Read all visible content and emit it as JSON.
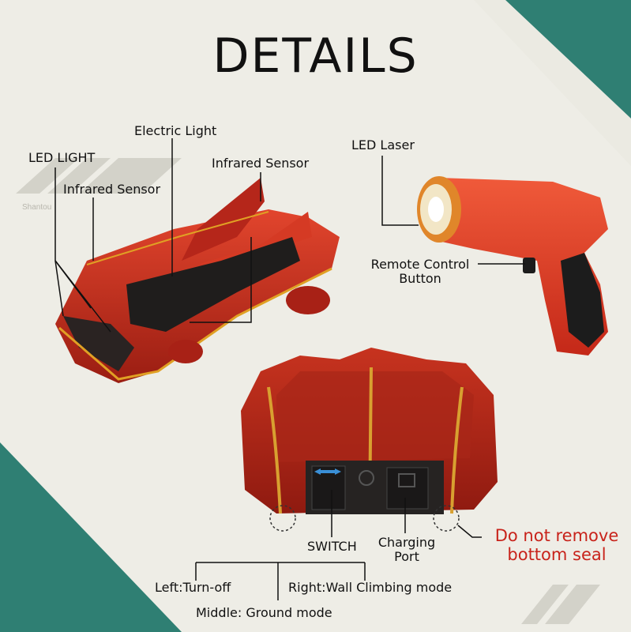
{
  "title": "DETAILS",
  "watermark_text": "Shantou",
  "labels": {
    "electric_light": "Electric Light",
    "led_light": "LED LIGHT",
    "infrared_sensor_left": "Infrared Sensor",
    "infrared_sensor_right": "Infrared Sensor",
    "led_laser": "LED Laser",
    "remote_control_button_line1": "Remote Control",
    "remote_control_button_line2": "Button",
    "switch": "SWITCH",
    "charging_port_line1": "Charging",
    "charging_port_line2": "Port",
    "do_not_remove_line1": "Do not remove",
    "do_not_remove_line2": "bottom seal",
    "left_mode": "Left:Turn-off",
    "middle_mode": "Middle: Ground mode",
    "right_mode": "Right:Wall Climbing mode"
  },
  "colors": {
    "background_teal": "#2f7f73",
    "paper": "#eeede6",
    "car_red": "#c8301e",
    "warning_red": "#c8231b"
  },
  "icons": {
    "laser_gun": "laser-remote-illustration",
    "car_front": "wall-climbing-car-front-illustration",
    "car_bottom": "wall-climbing-car-bottom-illustration"
  }
}
